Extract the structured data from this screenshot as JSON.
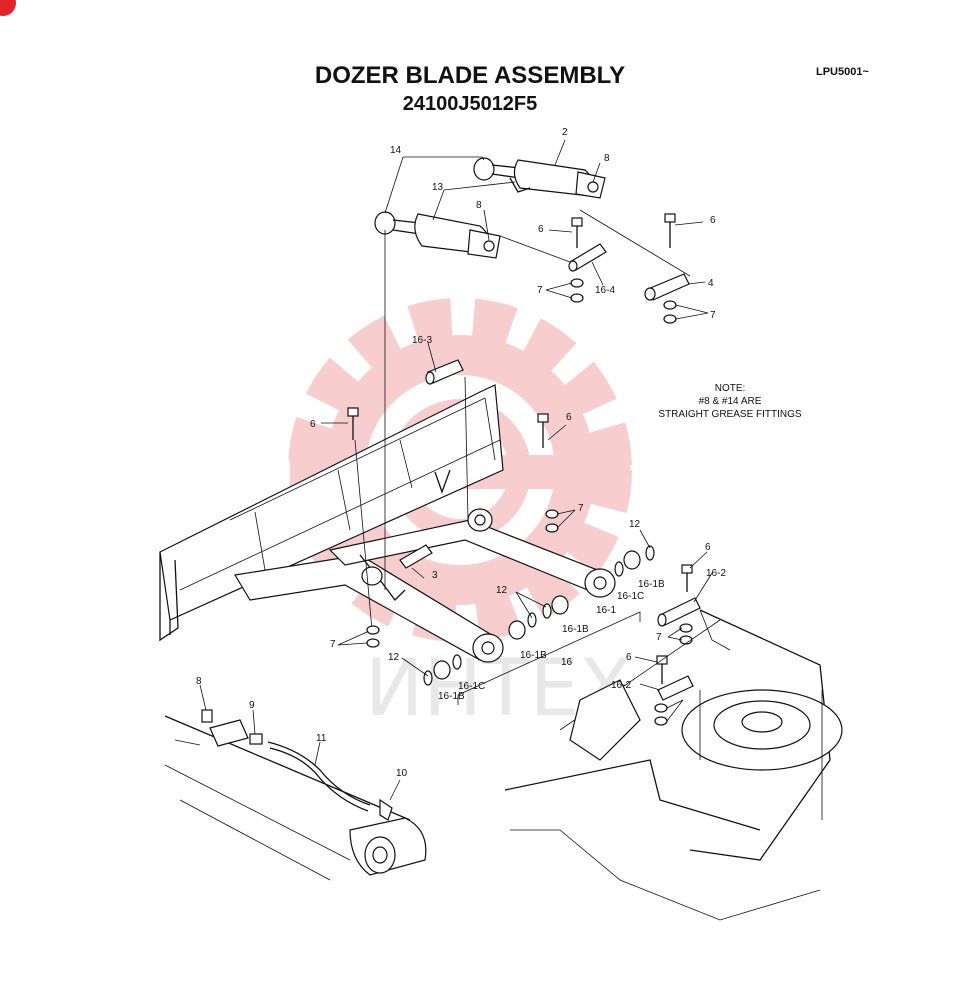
{
  "header": {
    "title": "DOZER BLADE ASSEMBLY",
    "part_number": "24100J5012F5",
    "page_code": "LPU5001~"
  },
  "note": {
    "line1": "NOTE:",
    "line2": "#8 & #14 ARE",
    "line3": "STRAIGHT GREASE FITTINGS"
  },
  "watermark": {
    "text": "ИНТЕХ",
    "color": "#f2a5a5"
  },
  "callouts": {
    "c2": "2",
    "c14": "14",
    "c13": "13",
    "c8a": "8",
    "c8b": "8",
    "c6a": "6",
    "c6b": "6",
    "c6c": "6",
    "c6d": "6",
    "c6e": "6",
    "c6f": "6",
    "c7a": "7",
    "c7b": "7",
    "c7c": "7",
    "c7d": "7",
    "c7e": "7",
    "c4": "4",
    "c16_4": "16-4",
    "c16_3": "16-3",
    "c3": "3",
    "c12a": "12",
    "c12b": "12",
    "c12c": "12",
    "c16_1b_a": "16-1B",
    "c16_1b_b": "16-1B",
    "c16_1b_c": "16-1B",
    "c16_1b_d": "16-1B",
    "c16_1c_a": "16-1C",
    "c16_1c_b": "16-1C",
    "c16_1": "16-1",
    "c16": "16",
    "c16_2a": "16-2",
    "c16_2b": "16-2",
    "c8c": "8",
    "c9": "9",
    "c10": "10",
    "c11": "11"
  }
}
